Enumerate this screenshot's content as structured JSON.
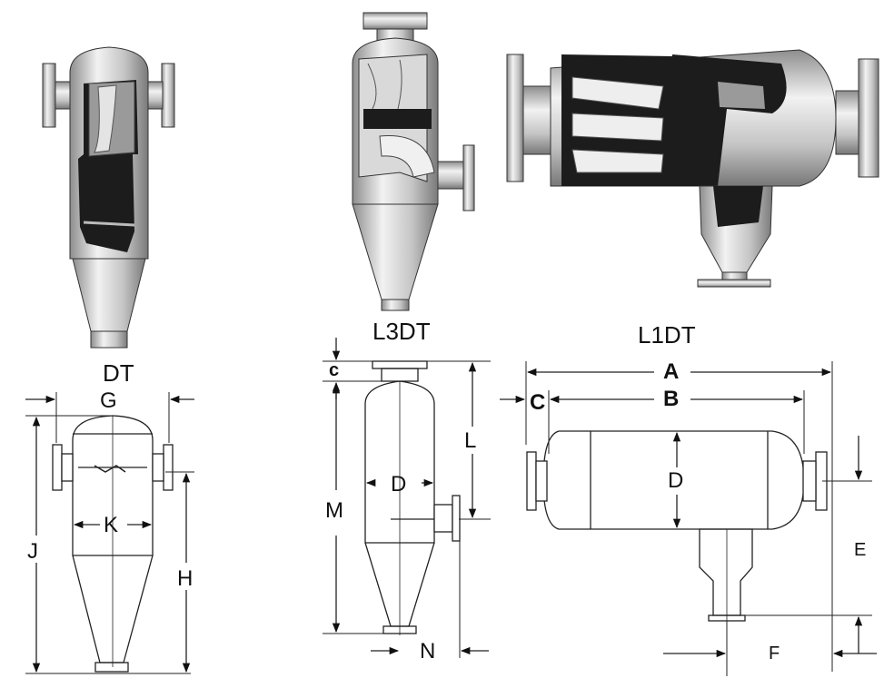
{
  "models": {
    "dt": "DT",
    "l3dt": "L3DT",
    "l1dt": "L1DT"
  },
  "dimensions": {
    "dt": {
      "g": "G",
      "k": "K",
      "j": "J",
      "h": "H"
    },
    "l3dt": {
      "c": "c",
      "l": "L",
      "d": "D",
      "m": "M",
      "n": "N"
    },
    "l1dt": {
      "a": "A",
      "b": "B",
      "c": "C",
      "d": "D",
      "e": "E",
      "f": "F"
    }
  },
  "colors": {
    "line": "#222222",
    "steel_light": "#e6e6e6",
    "steel_mid": "#b5b5b5",
    "steel_dark": "#7a7a7a",
    "interior_dark": "#1c1c1c"
  }
}
